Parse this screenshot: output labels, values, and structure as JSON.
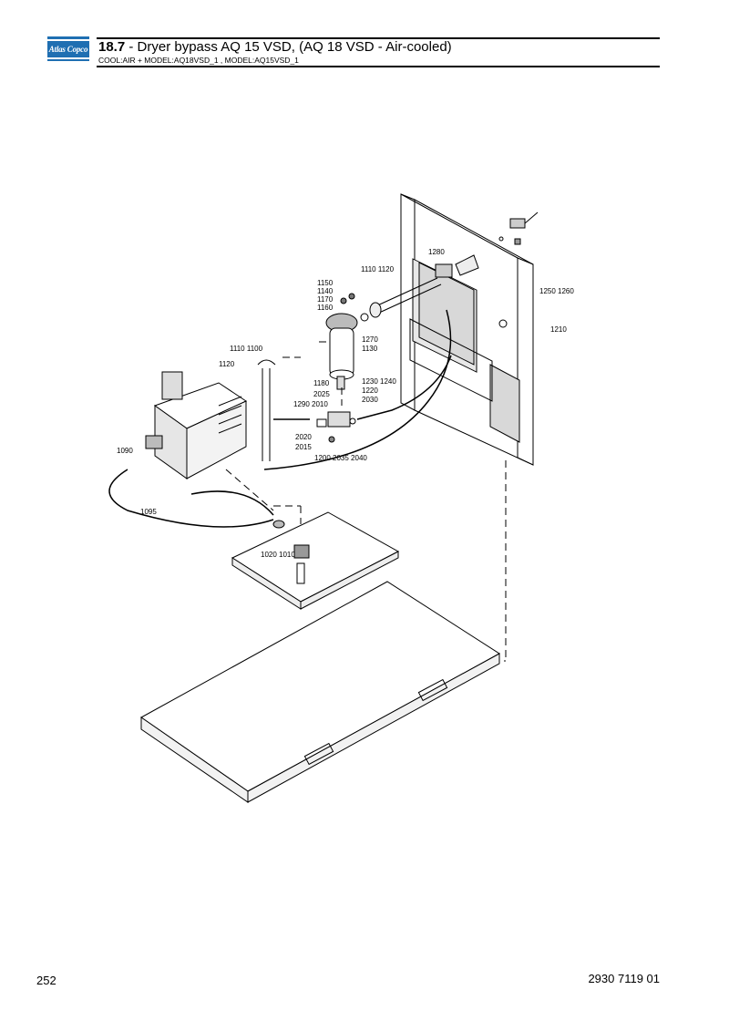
{
  "header": {
    "logo_text": "Atlas Copco",
    "section_number": "18.7",
    "title_rest": " - Dryer bypass AQ 15 VSD, (AQ 18 VSD - Air-cooled)",
    "subtitle": "COOL:AIR + MODEL:AQ18VSD_1 , MODEL:AQ15VSD_1"
  },
  "callouts": {
    "c1280": "1280",
    "c1110_1120_top": "1110  1120",
    "c1150": "1150",
    "c1140": "1140",
    "c1170": "1170",
    "c1160": "1160",
    "c1250_1260": "1250 1260",
    "c1210": "1210",
    "c1270": "1270",
    "c1130": "1130",
    "c1110_1100": "1110 1100",
    "c1120_left": "1120",
    "c1180": "1180",
    "c1230_1240": "1230 1240",
    "c1220": "1220",
    "c2030": "2030",
    "c2025": "2025",
    "c1290_2010": "1290 2010",
    "c2020": "2020",
    "c2015": "2015",
    "c1200_2035_2040": "1200 2035 2040",
    "c1090": "1090",
    "c1095": "1095",
    "c1020_1010": "1020 1010"
  },
  "footer": {
    "page_number": "252",
    "document_number": "2930 7119 01"
  }
}
